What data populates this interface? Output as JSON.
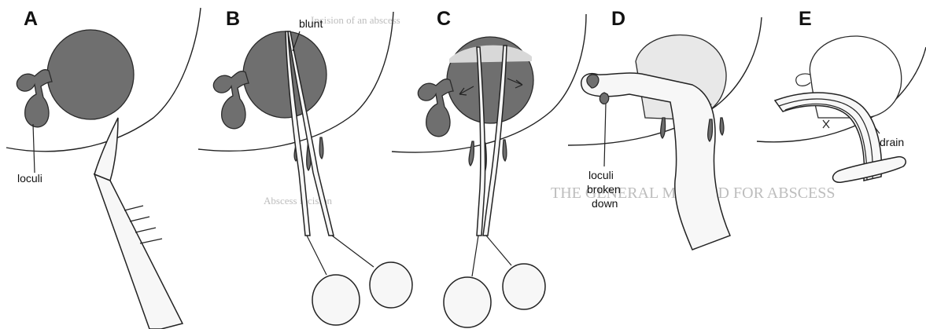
{
  "panels": [
    {
      "letter": "A",
      "labels": [
        "loculi"
      ]
    },
    {
      "letter": "B",
      "labels": [
        "blunt"
      ]
    },
    {
      "letter": "C",
      "labels": []
    },
    {
      "letter": "D",
      "labels": [
        "loculi",
        "broken",
        "down"
      ]
    },
    {
      "letter": "E",
      "labels": [
        "drain"
      ]
    }
  ],
  "background_text": {
    "heading": "THE GENERAL METHOD FOR ABSCESS",
    "line1": "Incision of an abscess",
    "line2": "Abscess incision"
  },
  "colors": {
    "abscess": "#6f6f6f",
    "outline": "#222222",
    "bleed_through": "#bdbdbd"
  }
}
